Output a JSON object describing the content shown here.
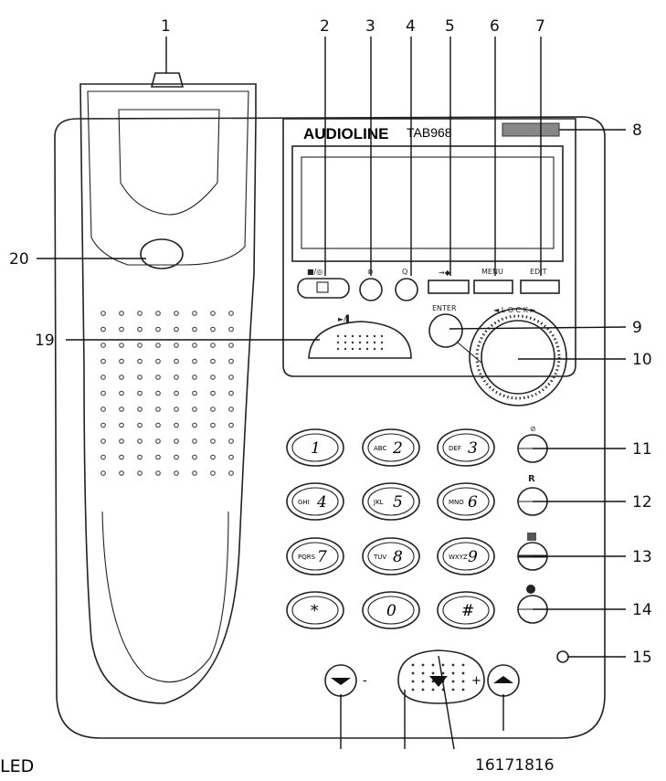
{
  "brand": "AUDIOLINE",
  "model": "TAB968",
  "button_labels": {
    "stop_record": "■/◎",
    "delete": "⊗",
    "speed": "Q",
    "play_pause": "►/▌",
    "enter": "ENTER",
    "menu": "MENU",
    "edit": "EDIT",
    "redial_r": "R"
  },
  "keypad": [
    {
      "main": "1",
      "sub": ""
    },
    {
      "main": "2",
      "sub": "ABC"
    },
    {
      "main": "3",
      "sub": "DEF"
    },
    {
      "main": "4",
      "sub": "GHI"
    },
    {
      "main": "5",
      "sub": "JKL"
    },
    {
      "main": "6",
      "sub": "MNO"
    },
    {
      "main": "7",
      "sub": "PQRS"
    },
    {
      "main": "8",
      "sub": "TUV"
    },
    {
      "main": "9",
      "sub": "WXYZ"
    },
    {
      "main": "*",
      "sub": ""
    },
    {
      "main": "0",
      "sub": ""
    },
    {
      "main": "#",
      "sub": ""
    }
  ],
  "volume": {
    "minus": "-",
    "plus": "+"
  },
  "callouts": [
    "1",
    "2",
    "3",
    "4",
    "5",
    "6",
    "7",
    "8",
    "9",
    "10",
    "11",
    "12",
    "13",
    "14",
    "15",
    "20",
    "19"
  ],
  "bottom_left_text": "LED",
  "bottom_right_text": "16171816"
}
